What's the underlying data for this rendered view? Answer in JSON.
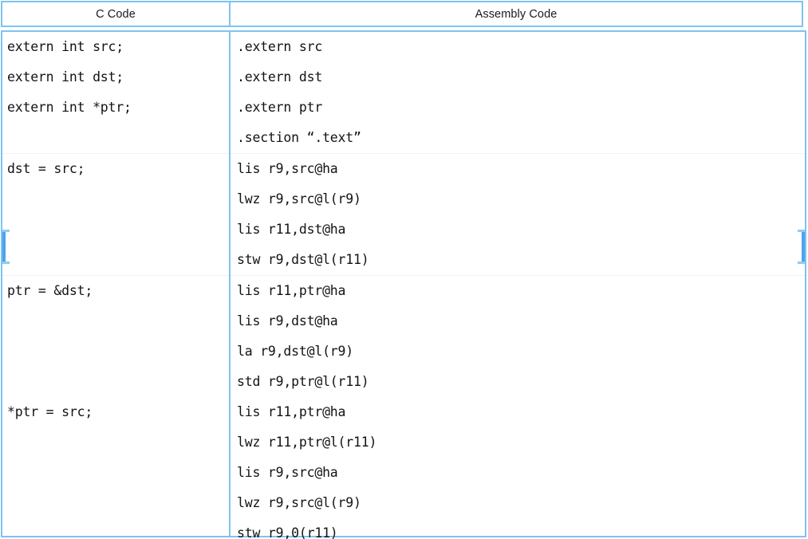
{
  "table": {
    "headers": {
      "c_code": "C Code",
      "assembly_code": "Assembly Code"
    },
    "rows": [
      {
        "c_lines": [
          "extern int src;",
          "extern int dst;",
          "extern int *ptr;",
          ""
        ],
        "asm_lines": [
          ".extern src",
          ".extern dst",
          ".extern ptr",
          ".section “.text”"
        ]
      },
      {
        "c_lines": [
          "dst = src;",
          "",
          "",
          ""
        ],
        "asm_lines": [
          "lis r9,src@ha",
          "lwz r9,src@l(r9)",
          "lis r11,dst@ha",
          "stw r9,dst@l(r11)"
        ]
      },
      {
        "c_lines": [
          "ptr = &dst;",
          "",
          "",
          ""
        ],
        "asm_lines": [
          "lis r11,ptr@ha",
          "lis r9,dst@ha",
          "la r9,dst@l(r9)",
          "std r9,ptr@l(r11)"
        ]
      },
      {
        "c_lines": [
          "*ptr = src;",
          "",
          "",
          "",
          ""
        ],
        "asm_lines": [
          "lis r11,ptr@ha",
          "lwz r11,ptr@l(r11)",
          "lis r9,src@ha",
          "lwz r9,src@l(r9)",
          "stw r9,0(r11)"
        ]
      }
    ],
    "colors": {
      "border": "#7ec3f0",
      "row_divider": "#e9f4fd",
      "edge_accent": "#4ea3ec",
      "text": "#131313",
      "background": "#ffffff"
    }
  }
}
